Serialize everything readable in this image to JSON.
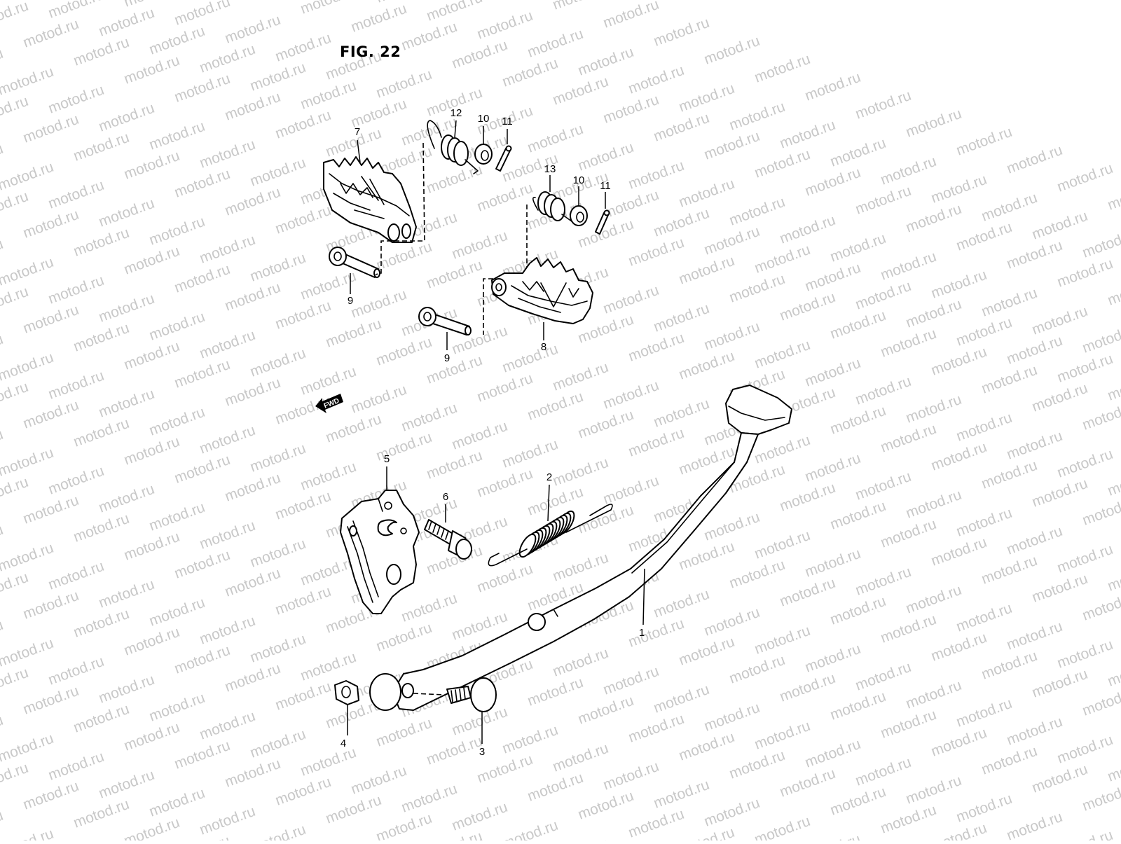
{
  "figure": {
    "title": "FIG. 22"
  },
  "watermark": {
    "text": "motod.ru"
  },
  "fwd_marker": {
    "label": "FWD",
    "icon": "forward-arrow-icon"
  },
  "callouts": [
    {
      "id": "1",
      "label": "1"
    },
    {
      "id": "2",
      "label": "2"
    },
    {
      "id": "3",
      "label": "3"
    },
    {
      "id": "4",
      "label": "4"
    },
    {
      "id": "5",
      "label": "5"
    },
    {
      "id": "6",
      "label": "6"
    },
    {
      "id": "7",
      "label": "7"
    },
    {
      "id": "8",
      "label": "8"
    },
    {
      "id": "9a",
      "label": "9"
    },
    {
      "id": "9b",
      "label": "9"
    },
    {
      "id": "10a",
      "label": "10"
    },
    {
      "id": "10b",
      "label": "10"
    },
    {
      "id": "11a",
      "label": "11"
    },
    {
      "id": "11b",
      "label": "11"
    },
    {
      "id": "12",
      "label": "12"
    },
    {
      "id": "13",
      "label": "13"
    }
  ]
}
